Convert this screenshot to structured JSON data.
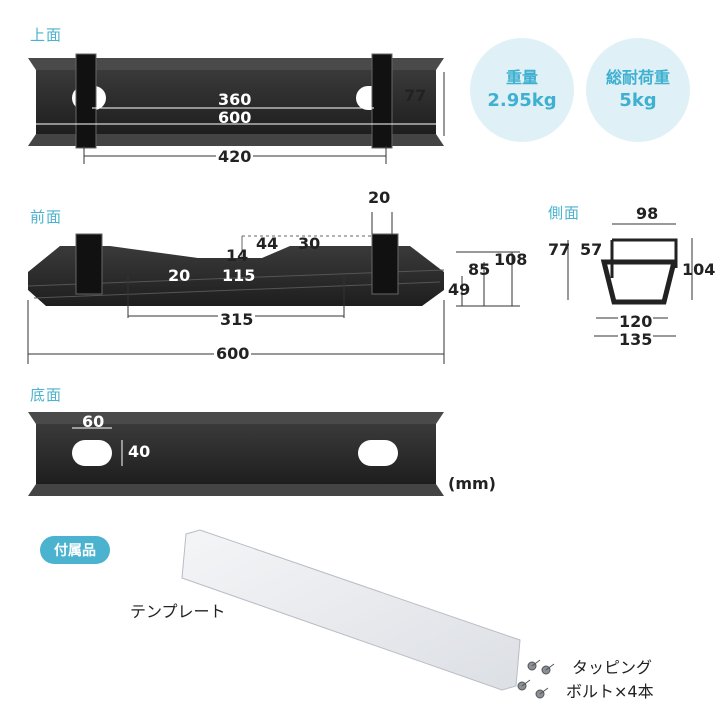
{
  "views": {
    "top": "上面",
    "front": "前面",
    "side": "側面",
    "bottom": "底面"
  },
  "top_dims": {
    "hole_span": "360",
    "inner": "600",
    "depth": "77",
    "bracket_span": "420"
  },
  "front_dims": {
    "d20a": "20",
    "d14": "14",
    "d44": "44",
    "d30": "30",
    "d20b": "20",
    "d115": "115",
    "d108": "108",
    "d85": "85",
    "d49": "49",
    "d315": "315",
    "d600": "600"
  },
  "side_dims": {
    "d98": "98",
    "d77": "77",
    "d57": "57",
    "d104": "104",
    "d120": "120",
    "d135": "135"
  },
  "bottom_dims": {
    "d60": "60",
    "d40": "40"
  },
  "unit": "(mm)",
  "badges": [
    {
      "label": "重量",
      "value": "2.95kg"
    },
    {
      "label": "総耐荷重",
      "value": "5kg"
    }
  ],
  "accessories": {
    "title": "付属品",
    "template": "テンプレート",
    "screws_line1": "タッピング",
    "screws_line2": "ボルト×4本"
  },
  "colors": {
    "accent": "#4bb3cf",
    "badge_bg": "#dff1f7",
    "tray": "#2b2b2b"
  }
}
